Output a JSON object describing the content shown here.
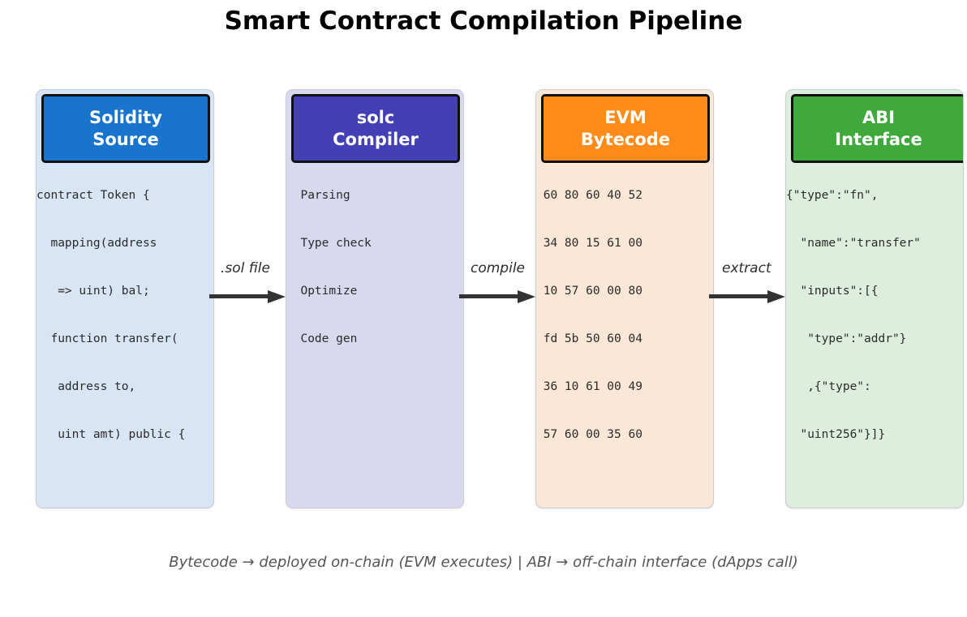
{
  "title": "Smart Contract Compilation Pipeline",
  "caption": "Bytecode → deployed on-chain (EVM executes) | ABI → off-chain interface (dApps call)",
  "stages": [
    {
      "id": "solidity-source",
      "header": "Solidity\nSource",
      "header_color": "#1874cd",
      "body_color": "#d7e5f4",
      "lines": [
        "contract Token {",
        "  mapping(address",
        "   => uint) bal;",
        "  function transfer(",
        "   address to,",
        "   uint amt) public {"
      ]
    },
    {
      "id": "solc-compiler",
      "header": "solc\nCompiler",
      "header_color": "#4340b5",
      "body_color": "#d8d9ef",
      "lines": [
        "  Parsing",
        "  Type check",
        "  Optimize",
        "  Code gen"
      ]
    },
    {
      "id": "evm-bytecode",
      "header": "EVM\nBytecode",
      "header_color": "#ff8c1a",
      "body_color": "#fbe7d6",
      "lines": [
        " 60 80 60 40 52",
        " 34 80 15 61 00",
        " 10 57 60 00 80",
        " fd 5b 50 60 04",
        " 36 10 61 00 49",
        " 57 60 00 35 60"
      ]
    },
    {
      "id": "abi-interface",
      "header": "ABI\nInterface",
      "header_color": "#3fa93c",
      "body_color": "#ddedde",
      "lines": [
        "{\"type\":\"fn\",",
        "  \"name\":\"transfer\"",
        "  \"inputs\":[{",
        "   \"type\":\"addr\"}",
        "   ,{\"type\":",
        "  \"uint256\"}]}"
      ]
    }
  ],
  "arrows": [
    {
      "id": "arrow-sol-file",
      "label": ".sol file"
    },
    {
      "id": "arrow-compile",
      "label": "compile"
    },
    {
      "id": "arrow-extract",
      "label": "extract"
    }
  ]
}
